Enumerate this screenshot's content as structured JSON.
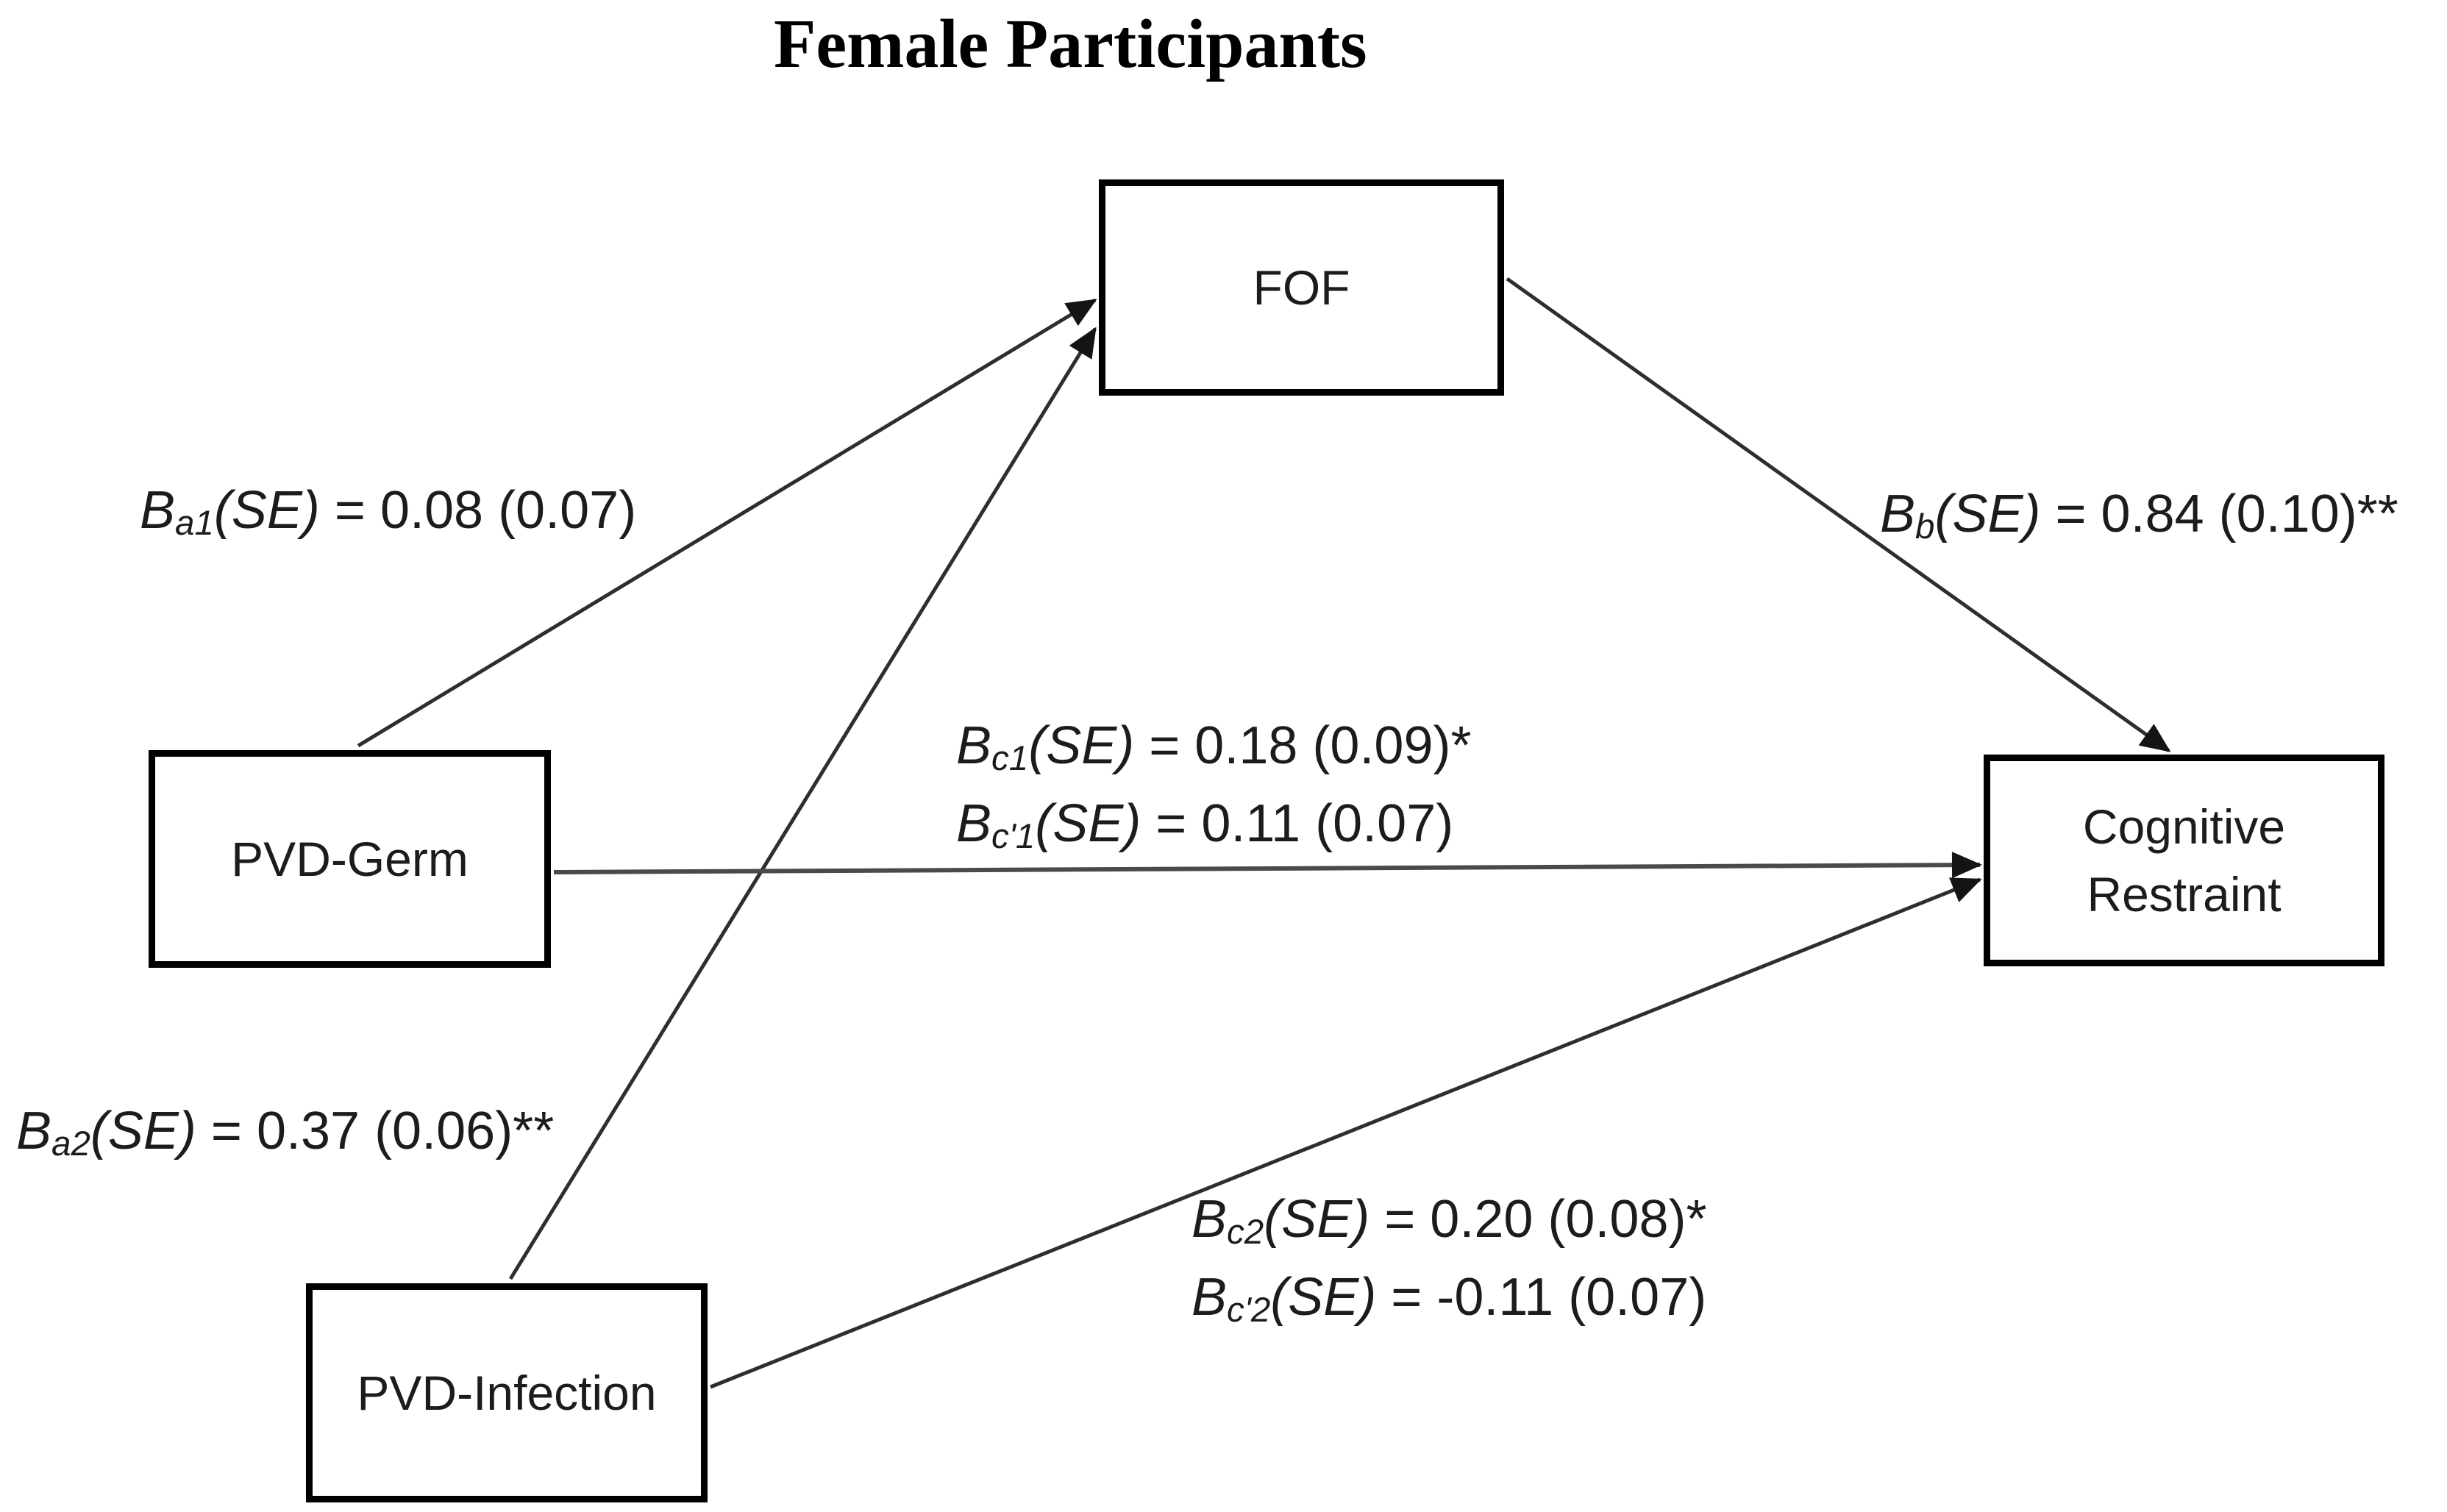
{
  "diagram": {
    "title": "Female Participants",
    "nodes": {
      "fof": {
        "label": "FOF"
      },
      "pvd_germ": {
        "label": "PVD-Germ"
      },
      "pvd_infection": {
        "label": "PVD-Infection"
      },
      "cognitive_restraint": {
        "line1": "Cognitive",
        "line2": "Restraint"
      }
    },
    "edge_labels": {
      "a1": {
        "b": "B",
        "sub": "a1",
        "se": "(SE)",
        "rest": " = 0.08 (0.07)"
      },
      "b": {
        "b": "B",
        "sub": "b",
        "se": "(SE)",
        "rest": " = 0.84 (0.10)**"
      },
      "c1": {
        "b": "B",
        "sub": "c1",
        "se": "(SE)",
        "rest": " = 0.18 (0.09)*"
      },
      "c1p": {
        "b": "B",
        "sub": "c'1",
        "se": "(SE)",
        "rest": " = 0.11 (0.07)"
      },
      "a2": {
        "b": "B",
        "sub": "a2",
        "se": "(SE)",
        "rest": " = 0.37 (0.06)**"
      },
      "c2": {
        "b": "B",
        "sub": "c2",
        "se": "(SE)",
        "rest": " = 0.20 (0.08)*"
      },
      "c2p": {
        "b": "B",
        "sub": "c'2",
        "se": "(SE)",
        "rest": " = -0.11 (0.07)"
      }
    },
    "arrows": {
      "pvd_germ_to_fof": "PVD-Germ to FOF",
      "pvd_infection_to_fof": "PVD-Infection to FOF",
      "pvd_germ_to_cognitive_restraint": "PVD-Germ to Cognitive Restraint",
      "pvd_infection_to_cognitive_restraint": "PVD-Infection to Cognitive Restraint",
      "fof_to_cognitive_restraint": "FOF to Cognitive Restraint"
    },
    "colors": {
      "background": "#ffffff",
      "box_border": "#000000",
      "line": "#2e2e2e",
      "direct_path_line": "#4a4a4a",
      "arrowhead": "#141414",
      "text": "#1c1c1c"
    }
  }
}
